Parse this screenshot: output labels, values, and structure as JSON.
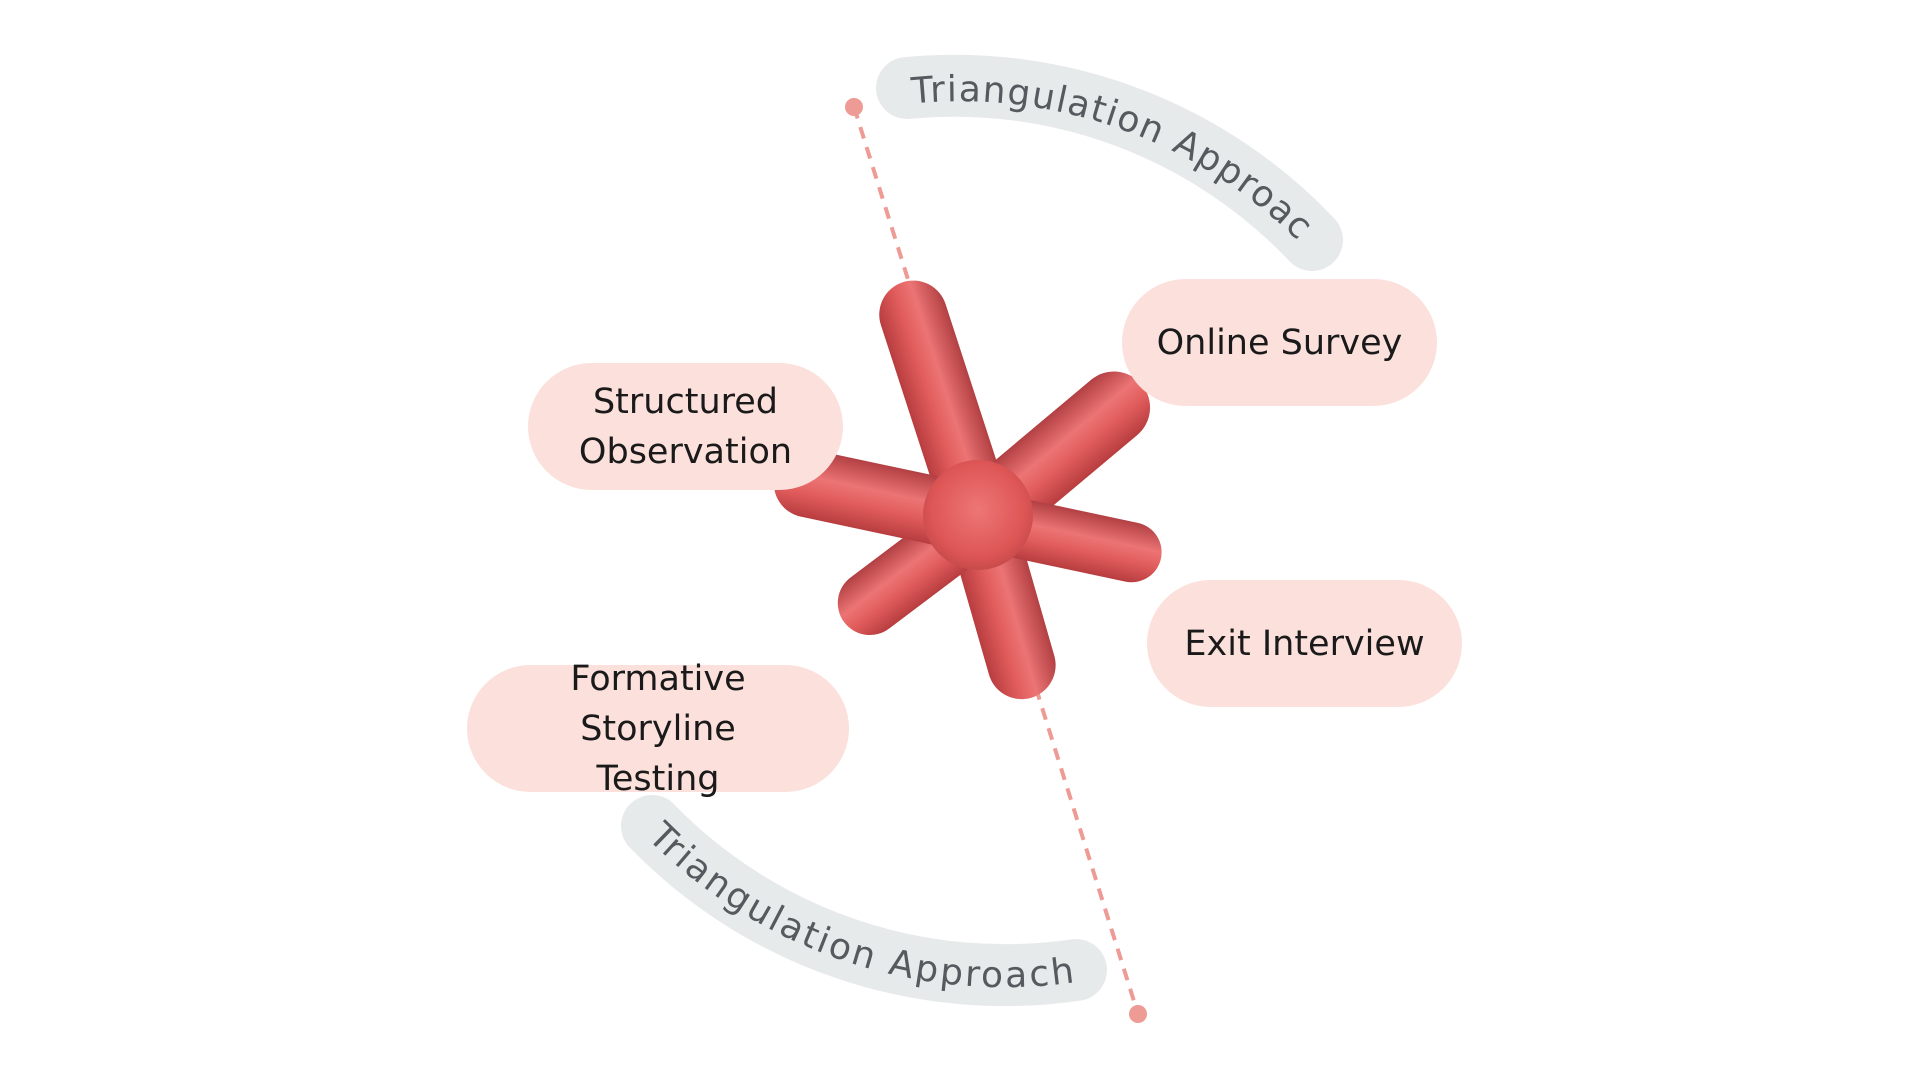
{
  "diagram": {
    "methods": [
      {
        "id": "structured",
        "lines": [
          "Structured",
          "Observation"
        ]
      },
      {
        "id": "online",
        "lines": [
          "Online Survey"
        ]
      },
      {
        "id": "exit",
        "lines": [
          "Exit Interview"
        ]
      },
      {
        "id": "formative",
        "lines": [
          "Formative Storyline",
          "Testing"
        ]
      }
    ],
    "arc_labels": {
      "top": "Triangulation Approach",
      "bottom": "Triangulation Approach"
    },
    "colors": {
      "accent": "#e25d5d",
      "pill_fill": "#fce0dc",
      "arc_band": "#e7eaeb",
      "dashed_line": "#ee9a95"
    }
  }
}
